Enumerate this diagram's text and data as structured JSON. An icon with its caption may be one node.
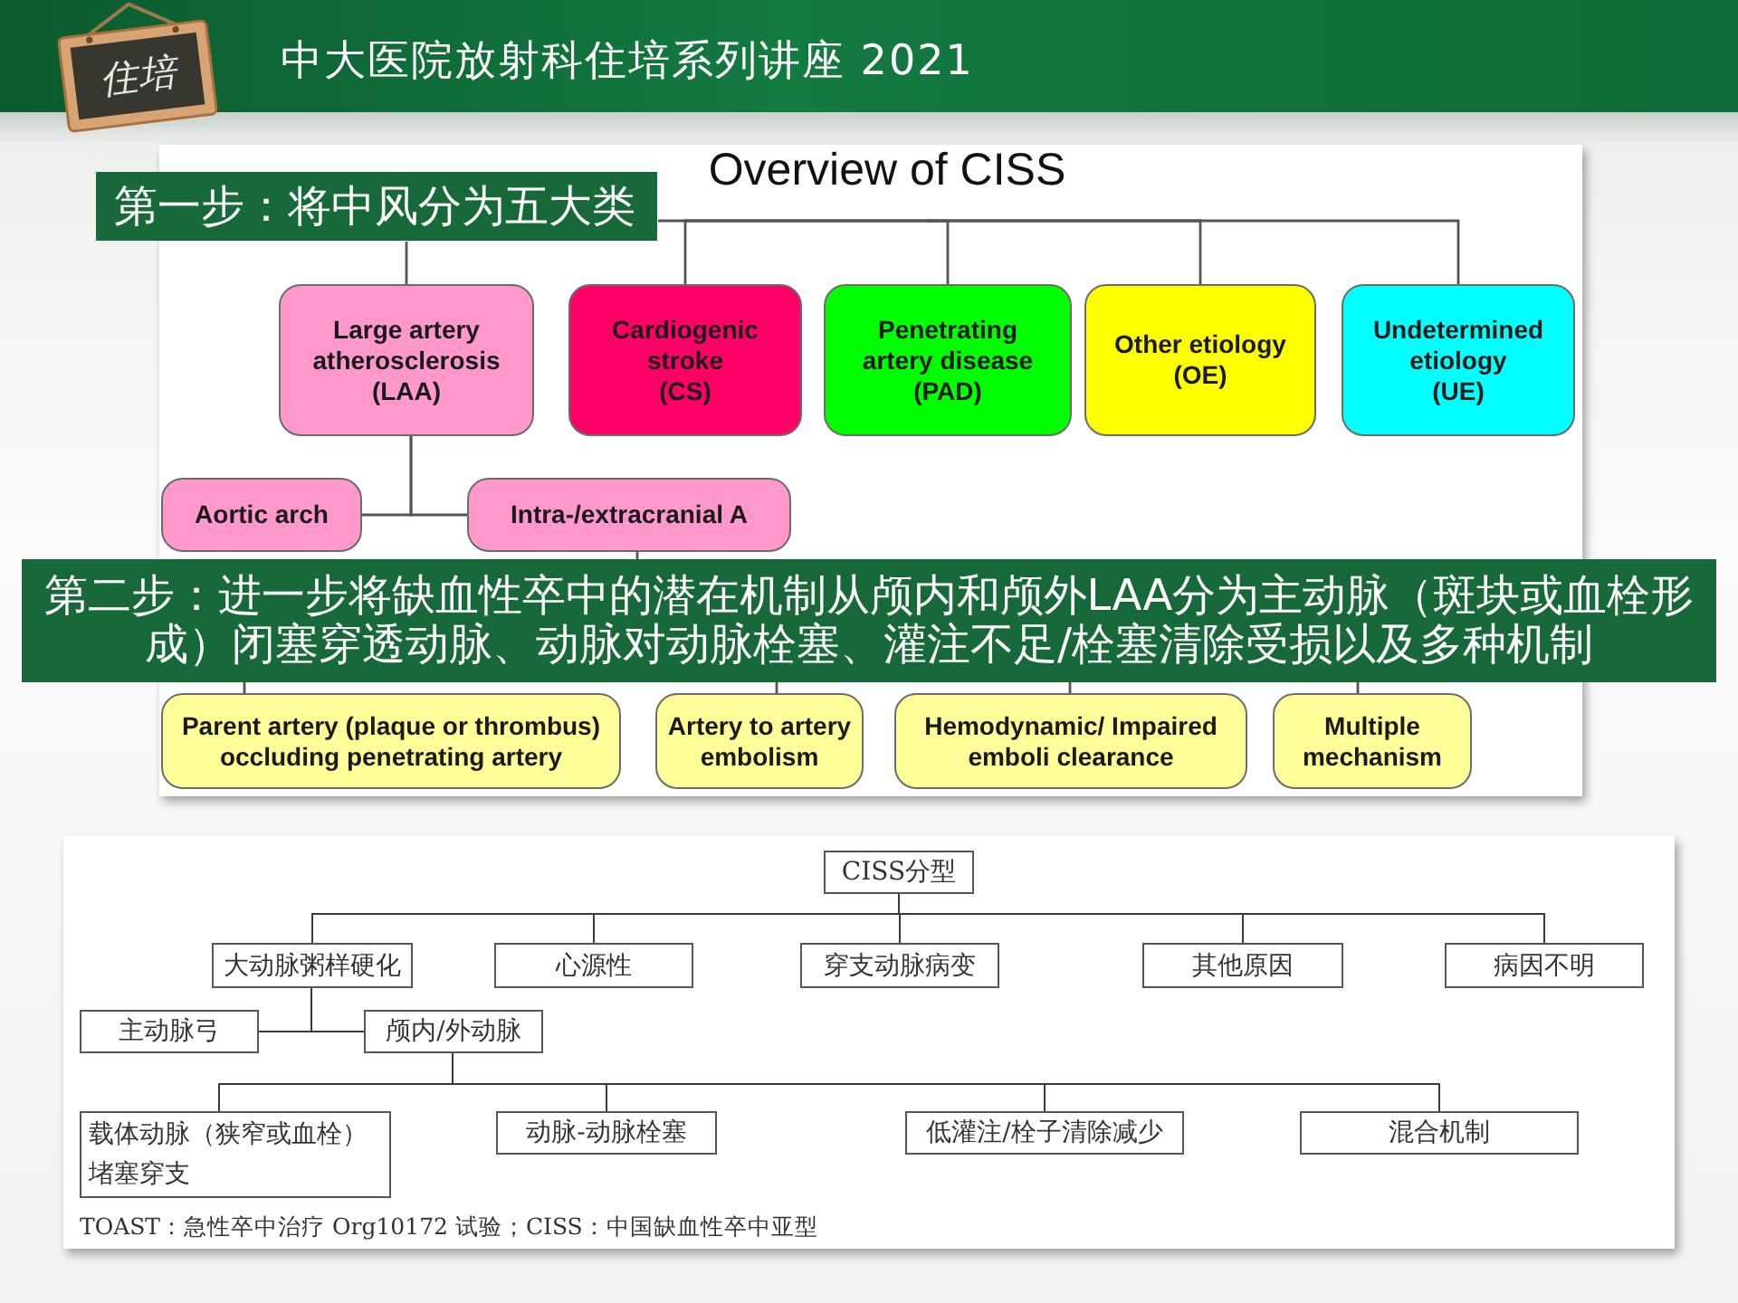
{
  "diagram": {
    "title": "中大医院放射科住培系列讲座 2021",
    "nodes": [
      {
        "text": [
          "第一步：将中风分为五大类"
        ]
      },
      {
        "text": [
          "Large artery atherosclerosis (LAA)"
        ]
      },
      {
        "text": [
          "Cardiogenic stroke (CS)"
        ]
      },
      {
        "text": [
          "Penetrating artery disease (PAD)"
        ]
      },
      {
        "text": [
          "Other etiology (OE)"
        ]
      },
      {
        "text": [
          "Undetermined etiology (UE)"
        ]
      },
      {
        "text": [
          "Aortic arch"
        ]
      },
      {
        "text": [
          "Intra-/extracranial A"
        ]
      },
      {
        "text": [
          "第二步：进一步将缺血性卒中的潜在机制从颅内和颅外LAA分为主动脉（斑块或血栓形成）闭塞穿透动脉、动脉对动脉栓塞、灌注不足/栓塞清除受损以及多种机制"
        ]
      },
      {
        "text": [
          "Parent artery (plaque or thrombus) occluding penetrating artery"
        ]
      },
      {
        "text": [
          "Artery to artery embolism"
        ]
      },
      {
        "text": [
          "Hemodynamic/ Impaired emboli clearance"
        ]
      },
      {
        "text": [
          "Multiple mechanism"
        ]
      },
      {
        "text": [
          "CISS分型"
        ]
      },
      {
        "text": [
          "大动脉粥样硬化"
        ]
      },
      {
        "text": [
          "心源性"
        ]
      },
      {
        "text": [
          "穿支动脉病变"
        ]
      },
      {
        "text": [
          "其他原因"
        ]
      },
      {
        "text": [
          "病因不明"
        ]
      },
      {
        "text": [
          "主动脉弓"
        ]
      },
      {
        "text": [
          "颅内/外动脉"
        ]
      },
      {
        "text": [
          "载体动脉（狭窄或血栓）堵塞穿支"
        ]
      },
      {
        "text": [
          "动脉-动脉栓塞"
        ]
      },
      {
        "text": [
          "低灌注/栓子清除减少"
        ]
      },
      {
        "text": [
          "混合机制"
        ]
      }
    ],
    "edges": [
      {
        "from": null,
        "to": 1,
        "arrow": "none"
      },
      {
        "from": null,
        "to": 2,
        "arrow": "none"
      },
      {
        "from": null,
        "to": 3,
        "arrow": "none"
      },
      {
        "from": null,
        "to": 4,
        "arrow": "none"
      },
      {
        "from": null,
        "to": 5,
        "arrow": "none"
      },
      {
        "from": 1,
        "to": 6,
        "arrow": "none"
      },
      {
        "from": 1,
        "to": 7,
        "arrow": "none"
      },
      {
        "from": 7,
        "to": 8,
        "arrow": "none"
      },
      {
        "from": 8,
        "to": 9,
        "arrow": "none"
      },
      {
        "from": 8,
        "to": 10,
        "arrow": "none"
      },
      {
        "from": 8,
        "to": 11,
        "arrow": "none"
      },
      {
        "from": 8,
        "to": 12,
        "arrow": "none"
      },
      {
        "from": 13,
        "to": 14,
        "arrow": "none"
      },
      {
        "from": 13,
        "to": 15,
        "arrow": "none"
      },
      {
        "from": 13,
        "to": 16,
        "arrow": "none"
      },
      {
        "from": 13,
        "to": 17,
        "arrow": "none"
      },
      {
        "from": 13,
        "to": 18,
        "arrow": "none"
      },
      {
        "from": 14,
        "to": 19,
        "arrow": "none"
      },
      {
        "from": 14,
        "to": 20,
        "arrow": "none"
      },
      {
        "from": 20,
        "to": 21,
        "arrow": "none"
      },
      {
        "from": 20,
        "to": 22,
        "arrow": "none"
      },
      {
        "from": 20,
        "to": 23,
        "arrow": "none"
      },
      {
        "from": 20,
        "to": 24,
        "arrow": "none"
      }
    ],
    "labels": [
      "住培",
      "Overview of CISS",
      "TOAST：急性卒中治疗 Org10172 试验；CISS：中国缺血性卒中亚型"
    ]
  }
}
